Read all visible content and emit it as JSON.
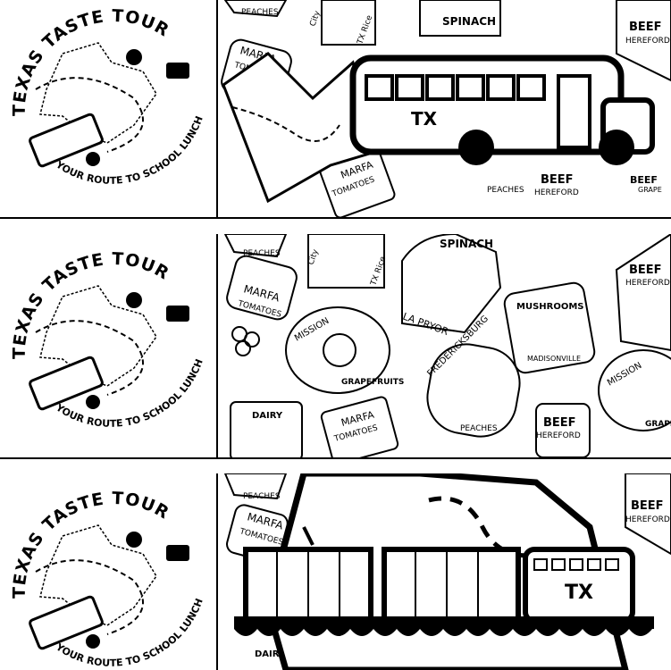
{
  "logo": {
    "title": "TEXAS TASTE TOUR",
    "tagline": "YOUR ROUTE TO SCHOOL LUNCH"
  },
  "labels": {
    "peaches": "PEACHES",
    "city": "City",
    "tx_rice": "TX Rice",
    "spinach": "SPINACH",
    "la_pryor": "LA PRYOR",
    "beef": "BEEF",
    "hereford": "HEREFORD",
    "marfa": "MARFA",
    "tomatoes": "TOMATOES",
    "mission": "MISSION",
    "grapefruits": "GRAPEFRUITS",
    "grape_partial": "GRAPE",
    "mushrooms": "MUSHROOMS",
    "madisonville": "MADISONVILLE",
    "fredericksburg": "FREDERICKSBURG",
    "dairy": "DAIRY",
    "bus_tx": "TX",
    "train_tx": "TX"
  },
  "panels": [
    {
      "name": "bus"
    },
    {
      "name": "pattern"
    },
    {
      "name": "train"
    }
  ]
}
